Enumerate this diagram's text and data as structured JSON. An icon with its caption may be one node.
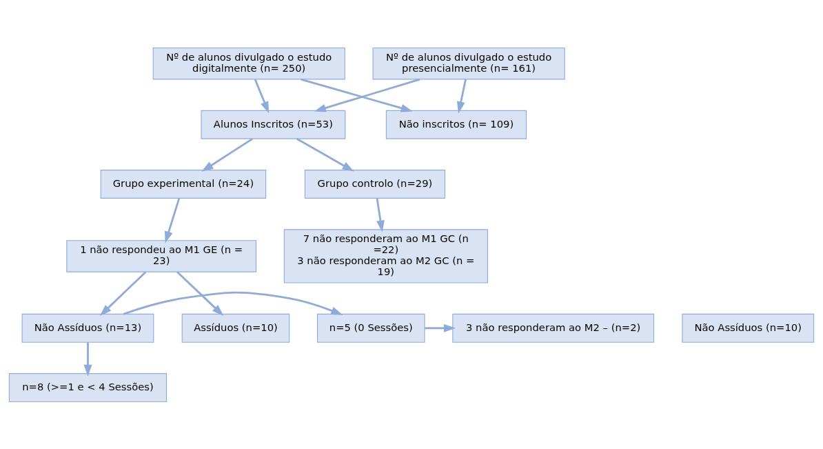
{
  "diagram": {
    "nodes": [
      {
        "text": [
          "Nº de alunos divulgado o estudo digitalmente (n= 250)"
        ]
      },
      {
        "text": [
          "Nº de alunos divulgado o estudo presencialmente (n= 161)"
        ]
      },
      {
        "text": [
          "Alunos Inscritos (n=53)"
        ]
      },
      {
        "text": [
          "Não inscritos (n= 109)"
        ]
      },
      {
        "text": [
          "Grupo experimental (n=24)"
        ]
      },
      {
        "text": [
          "Grupo controlo (n=29)"
        ]
      },
      {
        "text": [
          "7 não responderam ao M1 GC (n =22)",
          "3 não responderam ao M2 GC (n = 19)"
        ]
      },
      {
        "text": [
          "1 não respondeu ao M1 GE (n = 23)"
        ]
      },
      {
        "text": [
          "Assíduos (n=10)"
        ]
      },
      {
        "text": [
          "Não Assíduos (n=13)"
        ]
      },
      {
        "text": [
          "n=5 (0 Sessões)"
        ]
      },
      {
        "text": [
          "n=8 (>=1 e < 4 Sessões)"
        ]
      },
      {
        "text": [
          "3 não responderam ao M2 – (n=2)"
        ]
      },
      {
        "text": [
          "Não Assíduos (n=10)"
        ]
      }
    ],
    "edges": [
      {
        "from": 0,
        "to": 2,
        "arrow": "to"
      },
      {
        "from": 0,
        "to": 3,
        "arrow": "to"
      },
      {
        "from": 1,
        "to": 2,
        "arrow": "to"
      },
      {
        "from": 1,
        "to": 3,
        "arrow": "to"
      },
      {
        "from": 2,
        "to": 4,
        "arrow": "to"
      },
      {
        "from": 2,
        "to": 5,
        "arrow": "to"
      },
      {
        "from": 5,
        "to": 6,
        "arrow": "to"
      },
      {
        "from": 4,
        "to": 7,
        "arrow": "to"
      },
      {
        "from": 7,
        "to": 8,
        "arrow": "to"
      },
      {
        "from": 7,
        "to": 9,
        "arrow": "to"
      },
      {
        "from": 9,
        "to": 10,
        "arrow": "to"
      },
      {
        "from": 9,
        "to": 11,
        "arrow": "to"
      },
      {
        "from": 10,
        "to": 12,
        "arrow": "to"
      }
    ]
  }
}
